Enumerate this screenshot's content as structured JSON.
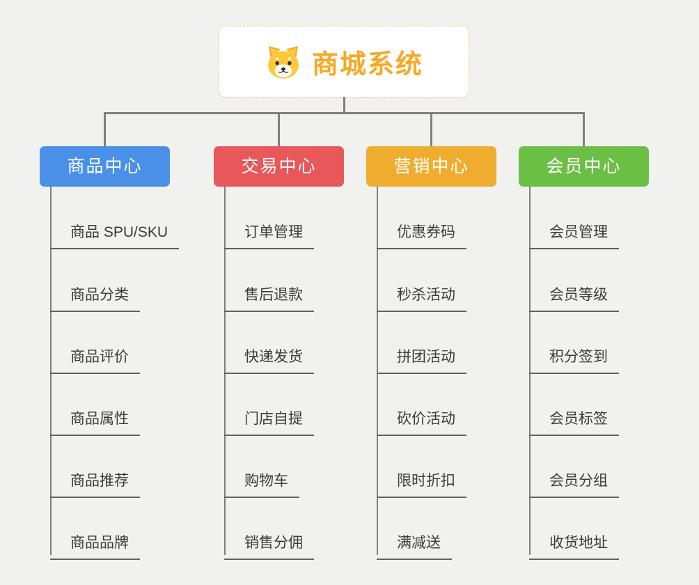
{
  "root": {
    "title": "商城系统",
    "title_color": "#f7a926",
    "border_color": "#eec36d",
    "icon": "dog-icon"
  },
  "line_color": "#7f7f7f",
  "underline_color": "#616161",
  "branches": [
    {
      "title": "商品中心",
      "color": "#4a90e8",
      "items": [
        "商品 SPU/SKU",
        "商品分类",
        "商品评价",
        "商品属性",
        "商品推荐",
        "商品品牌"
      ]
    },
    {
      "title": "交易中心",
      "color": "#e8575a",
      "items": [
        "订单管理",
        "售后退款",
        "快递发货",
        "门店自提",
        "购物车",
        "销售分佣"
      ]
    },
    {
      "title": "营销中心",
      "color": "#efad30",
      "items": [
        "优惠券码",
        "秒杀活动",
        "拼团活动",
        "砍价活动",
        "限时折扣",
        "满减送"
      ]
    },
    {
      "title": "会员中心",
      "color": "#6cbf45",
      "items": [
        "会员管理",
        "会员等级",
        "积分签到",
        "会员标签",
        "会员分组",
        "收货地址"
      ]
    }
  ]
}
